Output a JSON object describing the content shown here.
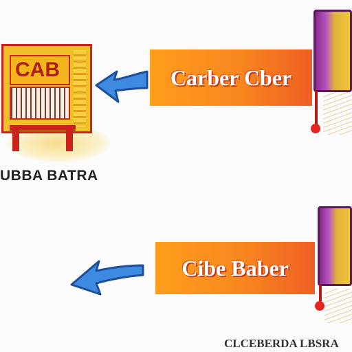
{
  "left_cabinet": {
    "sign_text": "CAB",
    "caption": "UBBA BATRA"
  },
  "top_banner": {
    "text": "Carber Cber"
  },
  "bottom_banner": {
    "text": "Cibe Baber"
  },
  "bottom_right_caption": "CLCEBERDA LBSRA",
  "colors": {
    "banner_orange": "#f7871e",
    "arrow_blue": "#2f7fd6",
    "kiosk_purple": "#8a2a8a",
    "cabinet_red": "#c8241c"
  }
}
